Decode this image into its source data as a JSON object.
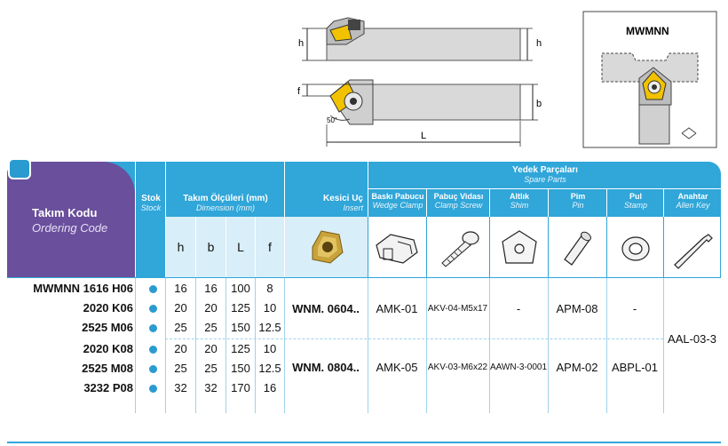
{
  "drawing": {
    "label_h_left": "h",
    "label_h_right": "h",
    "label_f": "f",
    "label_b": "b",
    "label_L": "L",
    "label_angle": "50°",
    "detail_title": "MWMNN"
  },
  "table": {
    "ordering_code": {
      "tr": "Takım Kodu",
      "en": "Ordering Code"
    },
    "stock": {
      "tr": "Stok",
      "en": "Stock"
    },
    "dimension": {
      "tr": "Takım Ölçüleri (mm)",
      "en": "Dimension (mm)"
    },
    "insert": {
      "tr": "Kesici Uç",
      "en": "Insert"
    },
    "spare_parts": {
      "tr": "Yedek Parçaları",
      "en": "Spare Parts"
    },
    "spare_cols": [
      {
        "tr": "Baskı Pabucu",
        "en": "Wedge Clamp"
      },
      {
        "tr": "Pabuç Vidası",
        "en": "Clamp Screw"
      },
      {
        "tr": "Altlık",
        "en": "Shim"
      },
      {
        "tr": "Pim",
        "en": "Pin"
      },
      {
        "tr": "Pul",
        "en": "Stamp"
      },
      {
        "tr": "Anahtar",
        "en": "Allen Key"
      }
    ],
    "dim_cols": [
      "h",
      "b",
      "L",
      "f"
    ],
    "rows": [
      {
        "code": "MWMNN  1616 H06",
        "h": "16",
        "b": "16",
        "L": "100",
        "f": "8"
      },
      {
        "code": "2020 K06",
        "h": "20",
        "b": "20",
        "L": "125",
        "f": "10"
      },
      {
        "code": "2525 M06",
        "h": "25",
        "b": "25",
        "L": "150",
        "f": "12.5"
      },
      {
        "code": "2020 K08",
        "h": "20",
        "b": "20",
        "L": "125",
        "f": "10"
      },
      {
        "code": "2525 M08",
        "h": "25",
        "b": "25",
        "L": "150",
        "f": "12.5"
      },
      {
        "code": "3232 P08",
        "h": "32",
        "b": "32",
        "L": "170",
        "f": "16"
      }
    ],
    "groups": [
      {
        "insert": "WNM. 0604..",
        "wedge": "AMK-01",
        "screw": "AKV-04-M5x17",
        "shim": "-",
        "pin": "APM-08",
        "stamp": "-"
      },
      {
        "insert": "WNM. 0804..",
        "wedge": "AMK-05",
        "screw": "AKV-03-M6x22",
        "shim": "AAWN-3-0001",
        "pin": "APM-02",
        "stamp": "ABPL-01"
      }
    ],
    "allen_key": "AAL-03-3"
  },
  "colors": {
    "accent": "#30a6d9",
    "header_purple": "#6a4f9c",
    "insert_gold": "#c8a23a"
  }
}
